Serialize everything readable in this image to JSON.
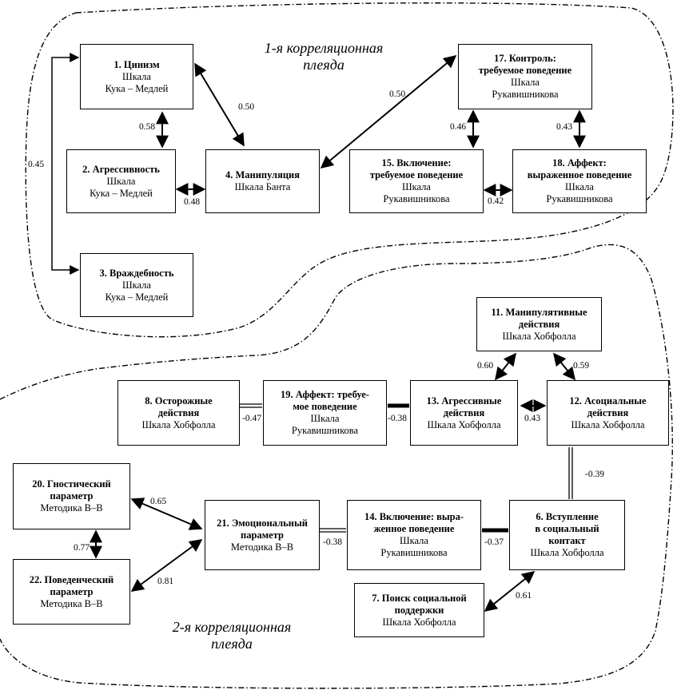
{
  "clusters": {
    "first": [
      "1-я корреляционная",
      "плеяда"
    ],
    "second": [
      "2-я корреляционная",
      "плеяда"
    ]
  },
  "nodes": {
    "n1": {
      "title": [
        "1. Цинизм"
      ],
      "sub": [
        "Шкала",
        "Кука – Медлей"
      ]
    },
    "n2": {
      "title": [
        "2. Агрессивность"
      ],
      "sub": [
        "Шкала",
        "Кука – Медлей"
      ]
    },
    "n3": {
      "title": [
        "3. Враждебность"
      ],
      "sub": [
        "Шкала",
        "Кука – Медлей"
      ]
    },
    "n4": {
      "title": [
        "4. Манипуляция"
      ],
      "sub": [
        "Шкала Банта"
      ]
    },
    "n17": {
      "title": [
        "17. Контроль:",
        "требуемое поведение"
      ],
      "sub": [
        "Шкала",
        "Рукавишникова"
      ]
    },
    "n15": {
      "title": [
        "15. Включение:",
        "требуемое поведение"
      ],
      "sub": [
        "Шкала",
        "Рукавишникова"
      ]
    },
    "n18": {
      "title": [
        "18. Аффект:",
        "выраженное поведение"
      ],
      "sub": [
        "Шкала",
        "Рукавишникова"
      ]
    },
    "n11": {
      "title": [
        "11. Манипулятивные",
        "действия"
      ],
      "sub": [
        "Шкала Хобфолла"
      ]
    },
    "n8": {
      "title": [
        "8. Осторожные",
        "действия"
      ],
      "sub": [
        "Шкала Хобфолла"
      ]
    },
    "n19": {
      "title": [
        "19. Аффект: требуе-",
        "мое поведение"
      ],
      "sub": [
        "Шкала",
        "Рукавишникова"
      ]
    },
    "n13": {
      "title": [
        "13. Агрессивные",
        "действия"
      ],
      "sub": [
        "Шкала Хобфолла"
      ]
    },
    "n12": {
      "title": [
        "12. Асоциальные",
        "действия"
      ],
      "sub": [
        "Шкала Хобфолла"
      ]
    },
    "n20": {
      "title": [
        "20. Гностический",
        "параметр"
      ],
      "sub": [
        "Методика В–В"
      ]
    },
    "n22": {
      "title": [
        "22. Поведенческий",
        "параметр"
      ],
      "sub": [
        "Методика В–В"
      ]
    },
    "n21": {
      "title": [
        "21. Эмоциональный",
        "параметр"
      ],
      "sub": [
        "Методика В–В"
      ]
    },
    "n14": {
      "title": [
        "14. Включение: выра-",
        "женное поведение"
      ],
      "sub": [
        "Шкала",
        "Рукавишникова"
      ]
    },
    "n6": {
      "title": [
        "6. Вступление",
        "в социальный",
        "контакт"
      ],
      "sub": [
        "Шкала Хобфолла"
      ]
    },
    "n7": {
      "title": [
        "7. Поиск социальной",
        "поддержки"
      ],
      "sub": [
        "Шкала Хобфолла"
      ]
    }
  },
  "links": [
    {
      "from": "n1",
      "to": "n4",
      "value": "0.50",
      "style": "arrow"
    },
    {
      "from": "n1",
      "to": "n2",
      "value": "0.58",
      "style": "arrow"
    },
    {
      "from": "n1",
      "to": "n3",
      "value": "0.45",
      "style": "arrow"
    },
    {
      "from": "n2",
      "to": "n4",
      "value": "0.48",
      "style": "arrow"
    },
    {
      "from": "n4",
      "to": "n17",
      "value": "0.50",
      "style": "arrow"
    },
    {
      "from": "n17",
      "to": "n15",
      "value": "0.46",
      "style": "arrow"
    },
    {
      "from": "n17",
      "to": "n18",
      "value": "0.43",
      "style": "arrow"
    },
    {
      "from": "n15",
      "to": "n18",
      "value": "0.42",
      "style": "arrow"
    },
    {
      "from": "n11",
      "to": "n13",
      "value": "0.60",
      "style": "arrow"
    },
    {
      "from": "n11",
      "to": "n12",
      "value": "0.59",
      "style": "arrow"
    },
    {
      "from": "n13",
      "to": "n12",
      "value": "0.43",
      "style": "arrow"
    },
    {
      "from": "n8",
      "to": "n19",
      "value": "-0.47",
      "style": "double"
    },
    {
      "from": "n19",
      "to": "n13",
      "value": "-0.38",
      "style": "thick"
    },
    {
      "from": "n12",
      "to": "n6",
      "value": "-0.39",
      "style": "double"
    },
    {
      "from": "n20",
      "to": "n21",
      "value": "0.65",
      "style": "arrow"
    },
    {
      "from": "n20",
      "to": "n22",
      "value": "0.77",
      "style": "arrow"
    },
    {
      "from": "n22",
      "to": "n21",
      "value": "0.81",
      "style": "arrow"
    },
    {
      "from": "n21",
      "to": "n14",
      "value": "-0.38",
      "style": "double"
    },
    {
      "from": "n14",
      "to": "n6",
      "value": "-0.37",
      "style": "thick"
    },
    {
      "from": "n6",
      "to": "n7",
      "value": "0.61",
      "style": "arrow"
    }
  ]
}
